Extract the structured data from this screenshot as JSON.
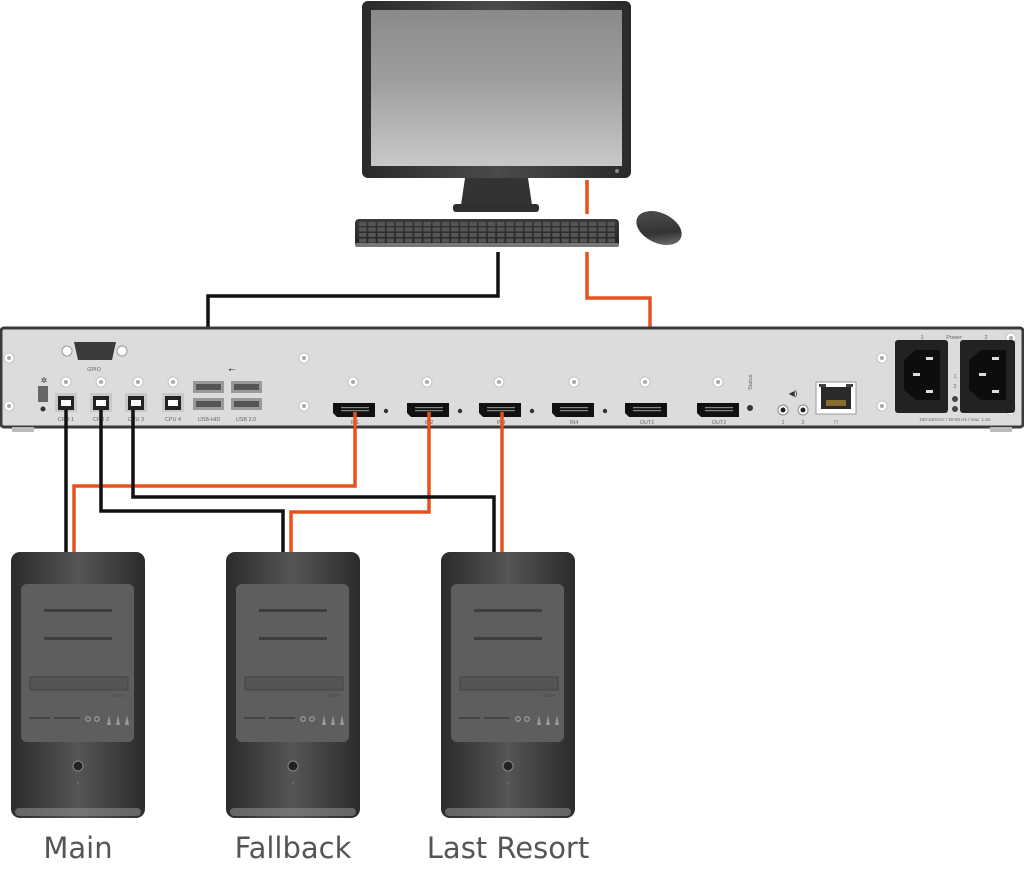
{
  "diagram": {
    "title": "KVM switch connection diagram",
    "colors": {
      "usb_cable": "#111111",
      "video_cable": "#e8501e",
      "panel_face": "#dcdcdc",
      "panel_border": "#3a3a3a",
      "pc_body": "#3c3c3c"
    },
    "workstation": {
      "monitor": "monitor",
      "keyboard": "keyboard",
      "mouse": "mouse"
    },
    "panel": {
      "gpio_label": "GPIO",
      "usb_ports": [
        {
          "id": "cpu1",
          "label": "CPU 1"
        },
        {
          "id": "cpu2",
          "label": "CPU 2"
        },
        {
          "id": "cpu3",
          "label": "CPU 3"
        },
        {
          "id": "cpu4",
          "label": "CPU 4"
        }
      ],
      "usb_hid_label": "USB-HID",
      "usb20_label": "USB 2.0",
      "video_ports": [
        {
          "id": "in1",
          "label": "IN1"
        },
        {
          "id": "in2",
          "label": "IN2"
        },
        {
          "id": "in3",
          "label": "IN3"
        },
        {
          "id": "in4",
          "label": "IN4"
        },
        {
          "id": "out1",
          "label": "OUT1"
        },
        {
          "id": "out2",
          "label": "OUT2"
        }
      ],
      "status_label": "Status",
      "audio_labels": [
        "1",
        "2"
      ],
      "power_label": "Power",
      "power_inputs": [
        "1",
        "2"
      ],
      "power_led_labels": [
        "1",
        "2"
      ],
      "power_rating": "100-240VAC / 50-60 Hz / max. 1.3A"
    },
    "computers": [
      {
        "id": "main",
        "label": "Main",
        "usb_port": "CPU 1",
        "video_port": "IN1"
      },
      {
        "id": "fallback",
        "label": "Fallback",
        "usb_port": "CPU 2",
        "video_port": "IN2"
      },
      {
        "id": "last-resort",
        "label": "Last Resort",
        "usb_port": "CPU 3",
        "video_port": "IN3"
      }
    ],
    "connections": [
      {
        "from": "keyboard",
        "to": "USB-HID",
        "type": "usb"
      },
      {
        "from": "monitor",
        "to": "OUT1",
        "type": "video"
      },
      {
        "from": "Main",
        "to": "CPU 1",
        "type": "usb"
      },
      {
        "from": "Main",
        "to": "IN1",
        "type": "video"
      },
      {
        "from": "Fallback",
        "to": "CPU 2",
        "type": "usb"
      },
      {
        "from": "Fallback",
        "to": "IN2",
        "type": "video"
      },
      {
        "from": "Last Resort",
        "to": "CPU 3",
        "type": "usb"
      },
      {
        "from": "Last Resort",
        "to": "IN3",
        "type": "video"
      }
    ]
  }
}
